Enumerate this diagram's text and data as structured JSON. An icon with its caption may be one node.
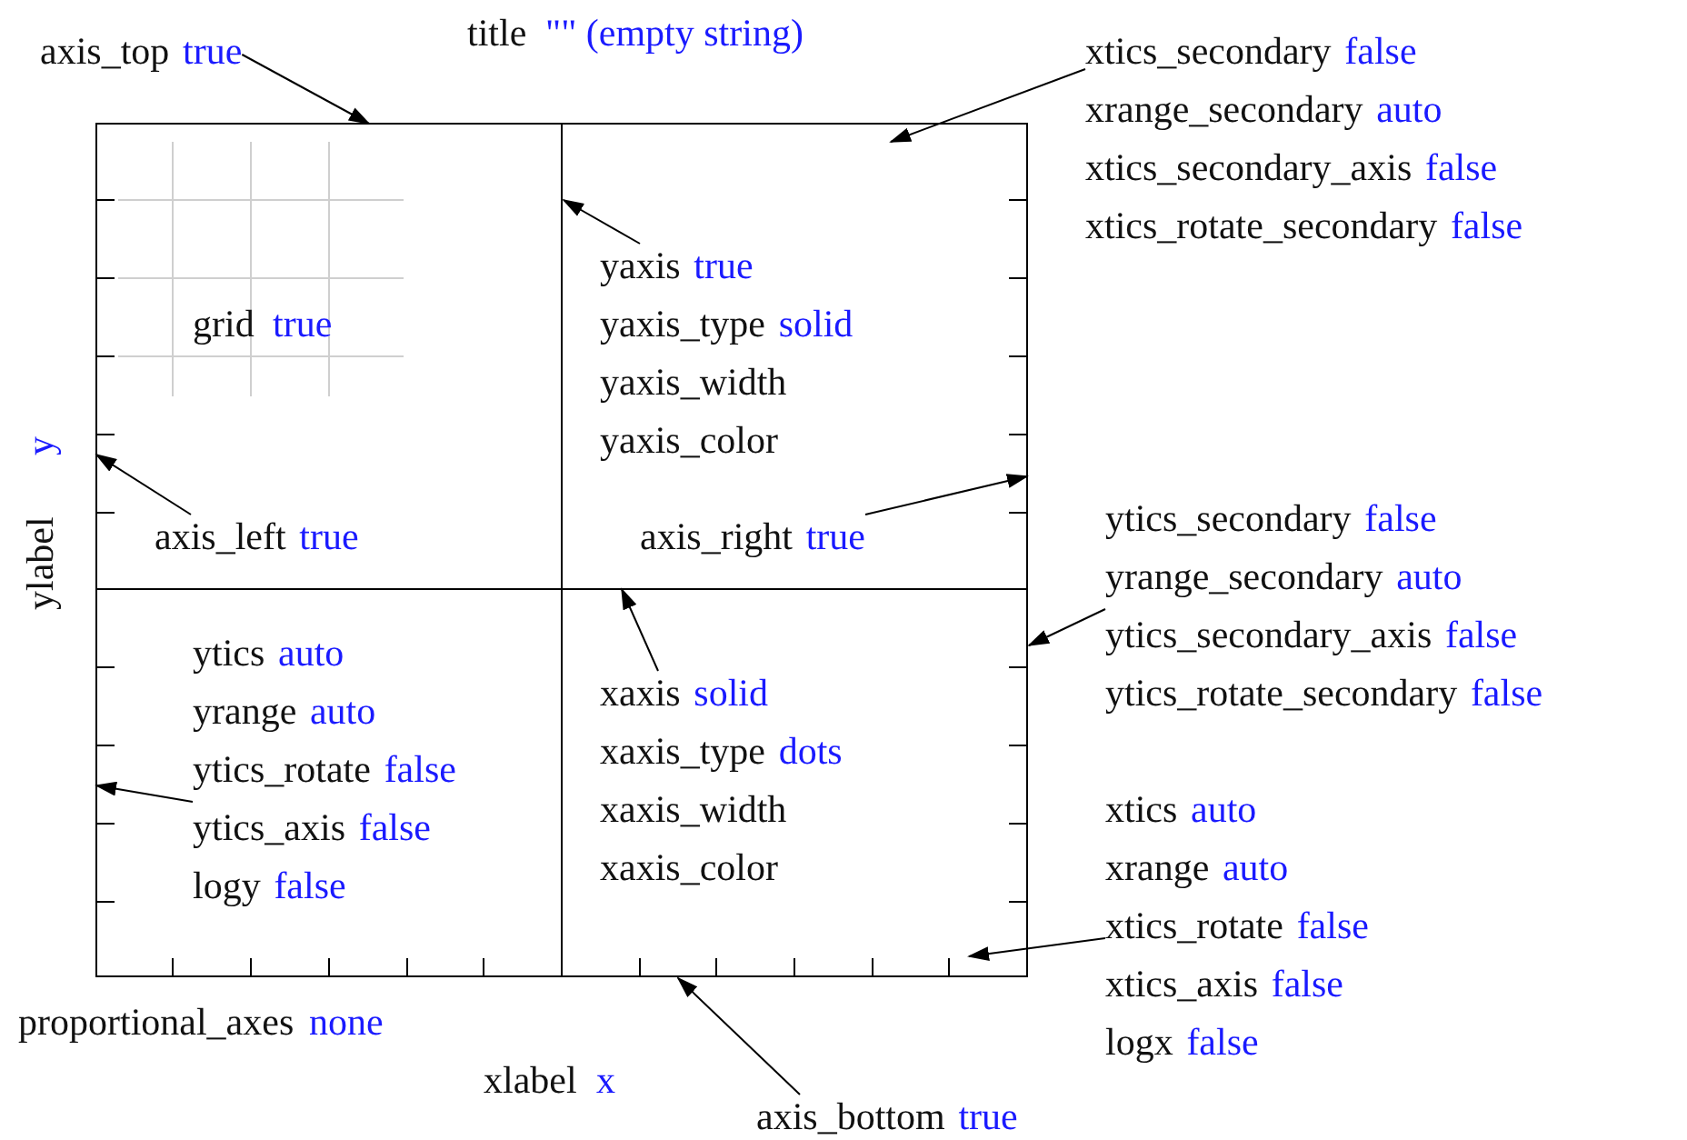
{
  "diagram": {
    "nodes": [
      {
        "text": [
          "axis_top",
          "true"
        ]
      },
      {
        "text": [
          "xtics_secondary",
          "false",
          "xrange_secondary",
          "auto",
          "xtics_secondary_axis",
          "false",
          "xtics_rotate_secondary",
          "false"
        ]
      },
      {
        "text": [
          "yaxis",
          "true",
          "yaxis_type",
          "solid",
          "yaxis_width",
          "yaxis_color"
        ]
      },
      {
        "text": [
          "axis_left",
          "true"
        ]
      },
      {
        "text": [
          "axis_right",
          "true"
        ]
      },
      {
        "text": [
          "ytics_secondary",
          "false",
          "yrange_secondary",
          "auto",
          "ytics_secondary_axis",
          "false",
          "ytics_rotate_secondary",
          "false"
        ]
      },
      {
        "text": [
          "xaxis",
          "solid",
          "xaxis_type",
          "dots",
          "xaxis_width",
          "xaxis_color"
        ]
      },
      {
        "text": [
          "ytics",
          "auto",
          "yrange",
          "auto",
          "ytics_rotate",
          "false",
          "ytics_axis",
          "false",
          "logy",
          "false"
        ]
      },
      {
        "text": [
          "xtics",
          "auto",
          "xrange",
          "auto",
          "xtics_rotate",
          "false",
          "xtics_axis",
          "false",
          "logx",
          "false"
        ]
      },
      {
        "text": [
          "axis_bottom",
          "true"
        ]
      },
      {
        "text": [],
        "shape": "line"
      }
    ],
    "edges": [
      {
        "from": 0,
        "to": null,
        "arrow": "to"
      },
      {
        "from": 1,
        "to": null,
        "arrow": "to"
      },
      {
        "from": 2,
        "to": null,
        "arrow": "to"
      },
      {
        "from": 3,
        "to": null,
        "arrow": "to"
      },
      {
        "from": 4,
        "to": null,
        "arrow": "to"
      },
      {
        "from": 5,
        "to": null,
        "arrow": "to"
      },
      {
        "from": 6,
        "to": 10,
        "arrow": "to"
      },
      {
        "from": 7,
        "to": null,
        "arrow": "to"
      },
      {
        "from": 8,
        "to": null,
        "arrow": "to"
      },
      {
        "from": 9,
        "to": null,
        "arrow": "to"
      }
    ],
    "labels": [
      "title",
      "\"\" (empty string)",
      "grid",
      "true",
      "ylabel",
      "y",
      "proportional_axes",
      "none",
      "xlabel",
      "x"
    ]
  }
}
